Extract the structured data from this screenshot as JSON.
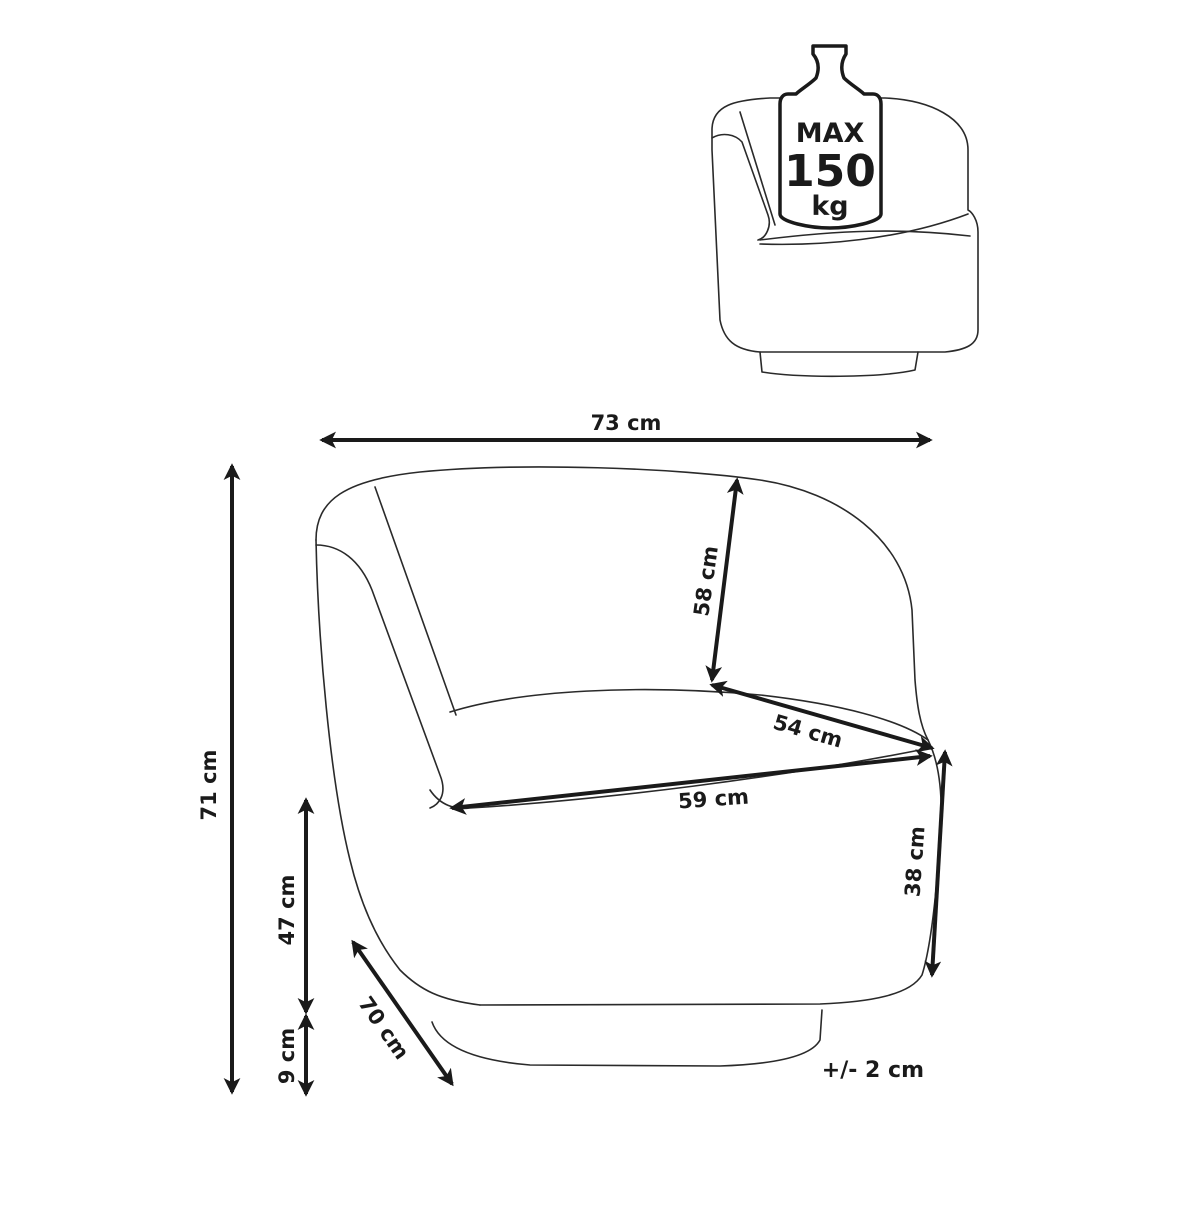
{
  "badge": {
    "max": "MAX",
    "weight": "150",
    "unit": "kg"
  },
  "dimensions": {
    "width": "73 cm",
    "height": "71 cm",
    "back_height": "58 cm",
    "seat_depth": "54 cm",
    "seat_width": "59 cm",
    "seat_height": "38 cm",
    "seat_floor": "47 cm",
    "base_height": "9 cm",
    "depth": "70 cm"
  },
  "tolerance": "+/- 2 cm"
}
